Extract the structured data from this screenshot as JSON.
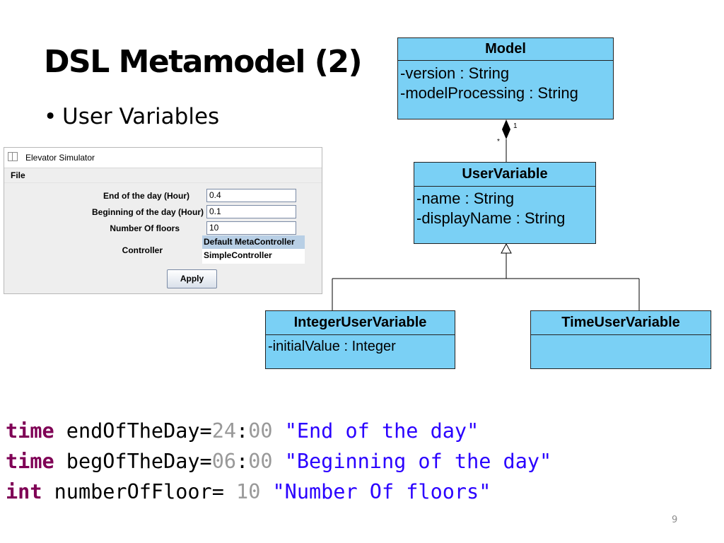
{
  "slide": {
    "title": "DSL Metamodel (2)",
    "bullet": "User Variables",
    "page_number": "9"
  },
  "window": {
    "title": "Elevator Simulator",
    "menu": "File",
    "fields": [
      {
        "label": "End of the day (Hour)",
        "value": "0.4"
      },
      {
        "label": "Beginning of the day (Hour)",
        "value": "0.1"
      },
      {
        "label": "Number Of floors",
        "value": "10"
      }
    ],
    "controller_label": "Controller",
    "controller_options": [
      "Default MetaController",
      "SimpleController"
    ],
    "controller_selected": "Default MetaController",
    "apply_label": "Apply"
  },
  "uml": {
    "model": {
      "name": "Model",
      "attributes": [
        "-version : String",
        "-modelProcessing : String"
      ]
    },
    "user_variable": {
      "name": "UserVariable",
      "attributes": [
        "-name : String",
        "-displayName : String"
      ]
    },
    "integer_user_variable": {
      "name": "IntegerUserVariable",
      "attributes": [
        "-initialValue : Integer"
      ]
    },
    "time_user_variable": {
      "name": "TimeUserVariable",
      "attributes": []
    },
    "composition": {
      "whole_multiplicity": "1",
      "part_multiplicity": "*"
    }
  },
  "code": {
    "line1": {
      "kw": "time",
      "name": " endOfTheDay=",
      "h": "24",
      "sep": ":",
      "m": "00",
      "label": " \"End of the day\""
    },
    "line2": {
      "kw": "time",
      "name": " begOfTheDay=",
      "h": "06",
      "sep": ":",
      "m": "00",
      "label": " \"Beginning of the day\""
    },
    "line3": {
      "kw": "int",
      "name": " numberOfFloor= ",
      "value": "10",
      "label": " \"Number Of floors\""
    }
  },
  "colors": {
    "uml_class_fill": "#7ad0f5",
    "keyword": "#7f0055",
    "number": "#999999",
    "string": "#2a00ff"
  }
}
